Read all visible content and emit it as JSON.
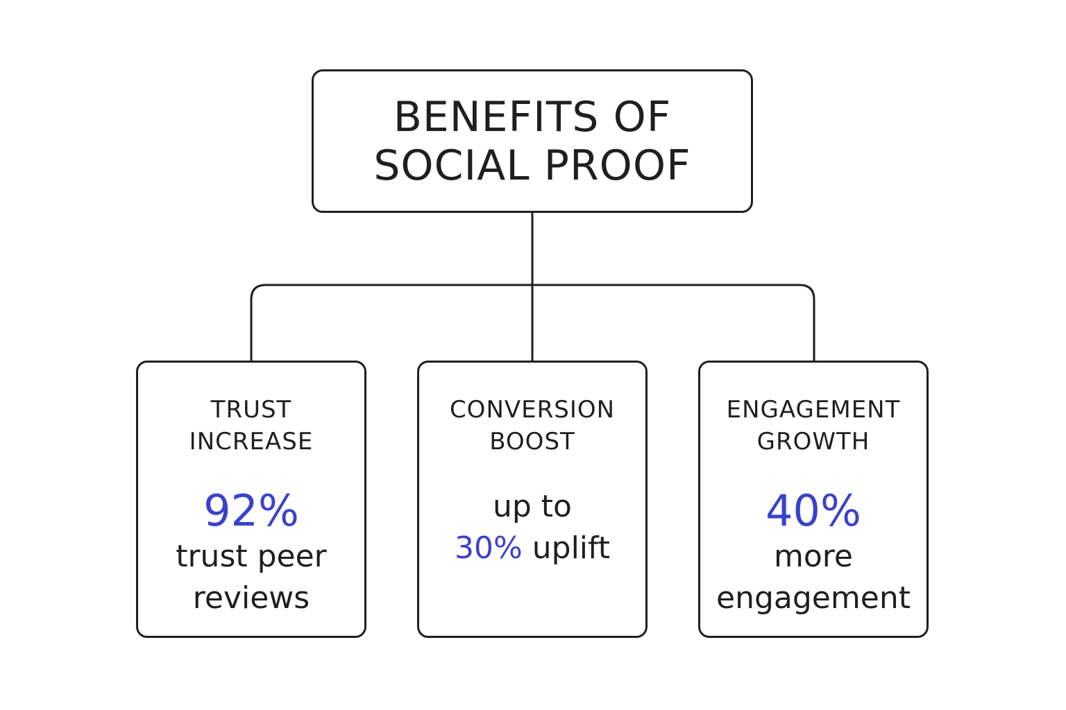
{
  "diagram": {
    "title_lines": [
      "BENEFITS OF",
      "SOCIAL PROOF"
    ],
    "line_color": "#1f1f22",
    "accent_color": "#3a42c9",
    "cards": [
      {
        "heading_lines": [
          "TRUST",
          "INCREASE"
        ],
        "stat": "92%",
        "text_lines": [
          "trust peer",
          "reviews"
        ]
      },
      {
        "heading_lines": [
          "CONVERSION",
          "BOOST"
        ],
        "text_line_1": "up to",
        "stat": "30%",
        "text_line_2_rest": " uplift"
      },
      {
        "heading_lines": [
          "ENGAGEMENT",
          "GROWTH"
        ],
        "stat": "40%",
        "text_lines": [
          "more",
          "engagement"
        ]
      }
    ]
  }
}
